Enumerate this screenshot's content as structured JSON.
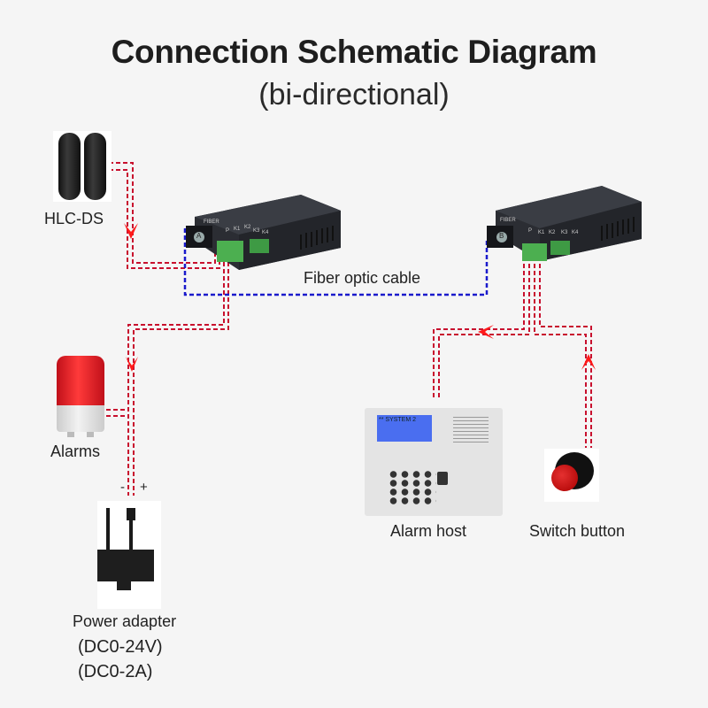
{
  "header": {
    "title": "Connection Schematic Diagram",
    "subtitle": "(bi-directional)"
  },
  "colors": {
    "background": "#f5f5f5",
    "signal_wire": "#c8102e",
    "arrow": "#ff1a1a",
    "fiber_cable": "#1a1acc",
    "converter_body": "#2b2d33",
    "terminal_block": "#4caf50"
  },
  "devices": {
    "hlc_ds": {
      "label": "HLC-DS"
    },
    "converter_a": {
      "port_labels": {
        "fiber": "FIBER",
        "power": "P",
        "k1": "K1",
        "k2": "K2",
        "k3": "K3",
        "k4": "K4"
      },
      "fiber_port": "A"
    },
    "converter_b": {
      "port_labels": {
        "fiber": "FIBER",
        "power": "P",
        "k1": "K1",
        "k2": "K2",
        "k3": "K3",
        "k4": "K4"
      },
      "fiber_port": "B"
    },
    "alarm_light": {
      "label": "Alarms"
    },
    "power_adapter": {
      "label": "Power adapter",
      "spec_voltage": "(DC0-24V)",
      "spec_current": "(DC0-2A)",
      "polarity_minus": "-",
      "polarity_plus": "+"
    },
    "alarm_host": {
      "label": "Alarm host",
      "lcd_text": "** SYSTEM 2"
    },
    "switch_button": {
      "label": "Switch button"
    }
  },
  "connections": {
    "fiber_label": "Fiber optic cable"
  }
}
